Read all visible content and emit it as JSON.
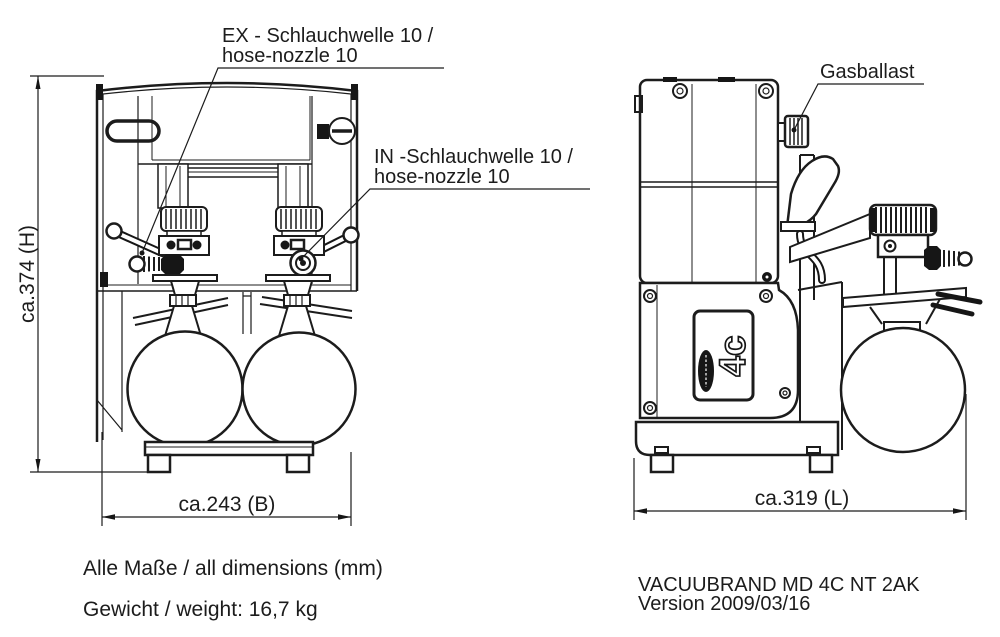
{
  "drawing": {
    "product": "VACUUBRAND MD 4C NT 2AK",
    "version": "Version 2009/03/16",
    "dimensions_note": "Alle Maße / all dimensions (mm)",
    "weight_note": "Gewicht / weight: 16,7 kg"
  },
  "callouts": {
    "ex_line1": "EX - Schlauchwelle 10 /",
    "ex_line2": "hose-nozzle 10",
    "in_line1": "IN -Schlauchwelle 10 /",
    "in_line2": "hose-nozzle 10",
    "gasballast": "Gasballast"
  },
  "dimensions": {
    "height": "ca.374 (H)",
    "width": "ca.243 (B)",
    "length": "ca.319 (L)"
  },
  "side_view": {
    "pump_type_label": "4c"
  },
  "colors": {
    "line": "#1c1c1c",
    "background": "#ffffff"
  }
}
